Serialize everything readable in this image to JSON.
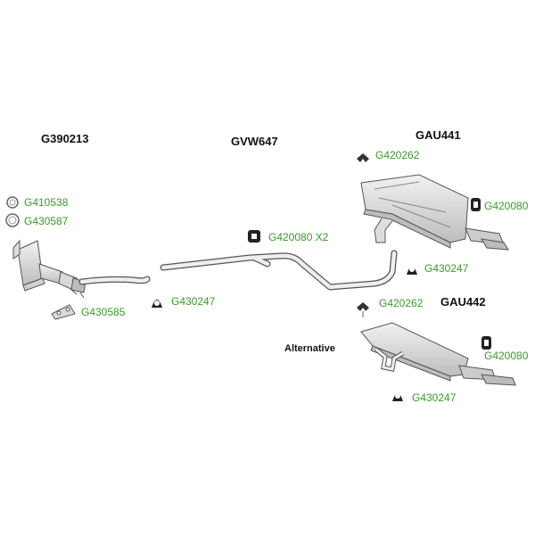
{
  "assemblies": {
    "front": "G390213",
    "middle": "GVW647",
    "rear_main": "GAU441",
    "rear_alt": "GAU442"
  },
  "alternative_label": "Alternative",
  "parts": {
    "clamp_ring_a": "G410538",
    "clamp_ring_b": "G430587",
    "gasket_front": "G430585",
    "hanger_front": "G430247",
    "hanger_mid": "G420080 X2",
    "bracket_top_main": "G420262",
    "hanger_top_right_main": "G420080",
    "hanger_bottom_main": "G430247",
    "bracket_top_alt": "G420262",
    "hanger_right_alt": "G420080",
    "hanger_bottom_alt": "G430247"
  },
  "colors": {
    "part_label": "#3a9a2a",
    "line": "#666666"
  }
}
